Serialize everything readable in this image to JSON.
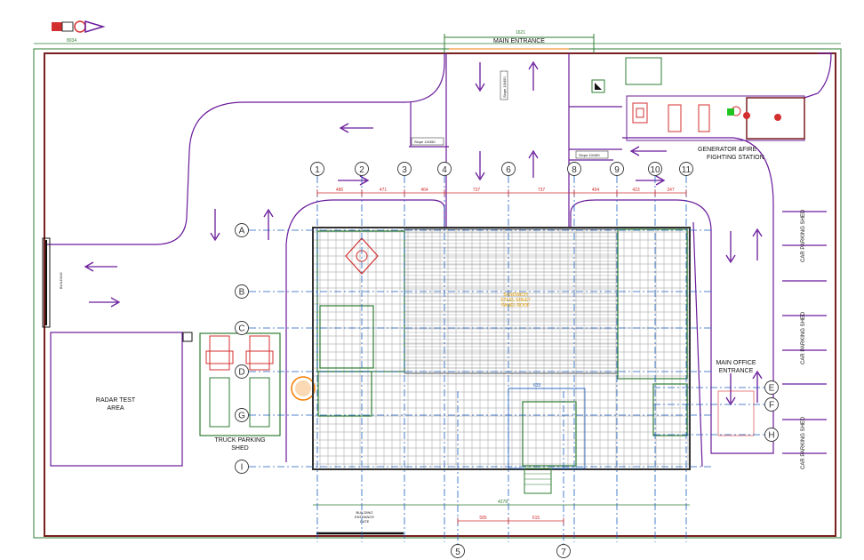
{
  "labels": {
    "main_entrance": "MAIN ENTRANCE",
    "generator_line1": "GENERATOR &FIRE",
    "generator_line2": "FIGHTING STATION",
    "radar_line1": "RADAR TEST",
    "radar_line2": "AREA",
    "truck_line1": "TRUCK PARKING",
    "truck_line2": "SHED",
    "office_line1": "MAIN OFFICE",
    "office_line2": "ENTRANCE",
    "car_parking_shed": "CAR PARKING SHED",
    "building_side": "BUILDING",
    "gate_line1": "BUILDING",
    "gate_line2": "ENTRANCE",
    "gate_line3": "GATE",
    "slope_1": "Slope 10/450",
    "slope_2": "Slope 10/450",
    "slope_3": "Slope 10/450",
    "roof_line1": "SANDWICH",
    "roof_line2": "STEEL SHEET",
    "roof_line3": "PANEL ROOF"
  },
  "grid_columns": [
    "1",
    "2",
    "3",
    "4",
    "6",
    "8",
    "9",
    "10",
    "11"
  ],
  "grid_columns_bottom": [
    "5",
    "7"
  ],
  "grid_rows": [
    "A",
    "B",
    "C",
    "D",
    "G",
    "I"
  ],
  "grid_rows_right": [
    "E",
    "F",
    "H"
  ],
  "dimensions_top": [
    "486",
    "471",
    "464",
    "737",
    "737",
    "494",
    "423",
    "347"
  ],
  "dimensions_bottom": [
    "585",
    "615"
  ],
  "dimensions_misc": {
    "overall_top": "1621",
    "overall_top2": "8034",
    "overall_bottom": "4278",
    "center_top": "633"
  },
  "colors": {
    "road": "#6a1b9a",
    "boundary": "#7a1f1f",
    "grid": "#1f5fbf",
    "dimension": "#d32f2f",
    "green": "#2e7d32",
    "building": "#444444"
  }
}
